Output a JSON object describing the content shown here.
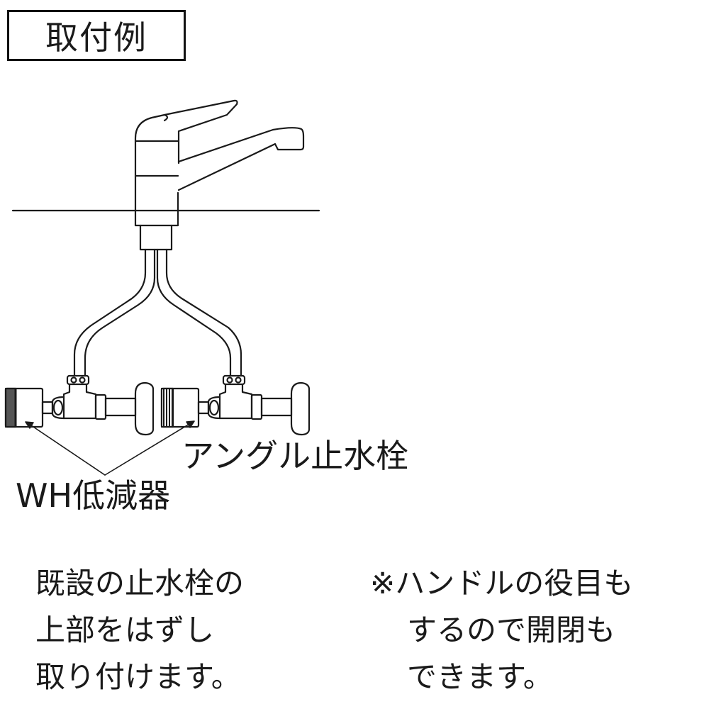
{
  "title": "取付例",
  "labels": {
    "angle_valve": "アングル止水栓",
    "wh_reducer": "WH低減器"
  },
  "notes": {
    "left": {
      "lines": [
        "既設の止水栓の",
        "上部をはずし",
        "取り付けます。"
      ]
    },
    "right": {
      "lines": [
        "※ハンドルの役目も",
        "するので開閉も",
        "できます。"
      ]
    }
  },
  "colors": {
    "line": "#1a1a1a",
    "background": "#ffffff",
    "reducer_cap": "#555555"
  }
}
